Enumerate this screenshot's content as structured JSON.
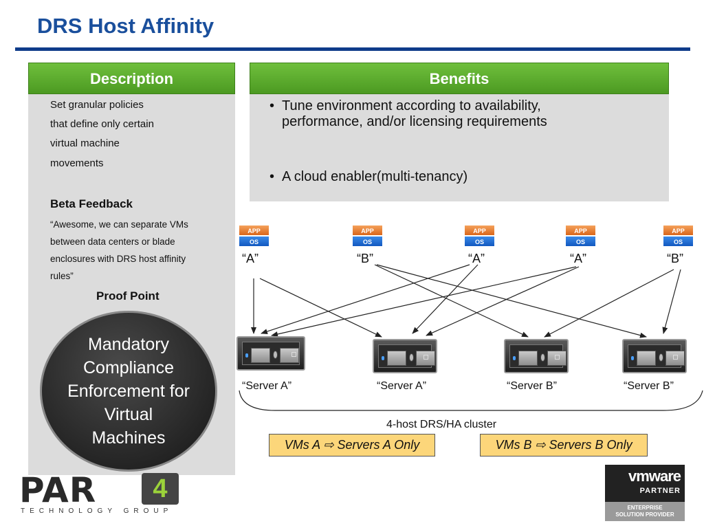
{
  "title": "DRS Host Affinity",
  "description": {
    "header": "Description",
    "lines": [
      "Set granular policies",
      "that define only certain",
      "virtual machine",
      "movements"
    ],
    "beta_title": "Beta Feedback",
    "quote_lines": [
      "“Awesome, we can separate VMs",
      "between data centers or blade",
      "enclosures with DRS host affinity",
      "rules”"
    ],
    "proof_title": "Proof Point",
    "circle_lines": [
      "Mandatory",
      "Compliance",
      "Enforcement for",
      "Virtual",
      "Machines"
    ]
  },
  "benefits": {
    "header": "Benefits",
    "bullets": [
      [
        "Tune environment according to availability,",
        "performance, and/or licensing requirements"
      ],
      [
        "A cloud enabler(multi-tenancy)"
      ]
    ]
  },
  "vms": [
    {
      "app": "APP",
      "os": "OS",
      "label": "“A”"
    },
    {
      "app": "APP",
      "os": "OS",
      "label": "“B”"
    },
    {
      "app": "APP",
      "os": "OS",
      "label": "“A”"
    },
    {
      "app": "APP",
      "os": "OS",
      "label": "“A”"
    },
    {
      "app": "APP",
      "os": "OS",
      "label": "“B”"
    }
  ],
  "servers": [
    {
      "label": "“Server A”"
    },
    {
      "label": "“Server A”"
    },
    {
      "label": "“Server B”"
    },
    {
      "label": "“Server B”"
    }
  ],
  "cluster_label": "4-host DRS/HA cluster",
  "rules": [
    "VMs A ⇨ Servers A Only",
    "VMs B ⇨ Servers B Only"
  ],
  "logos": {
    "par4_word": "PAR",
    "par4_num": "4",
    "par4_sub": "TECHNOLOGY GROUP",
    "vmware_brand": "vmware",
    "vmware_partner": "PARTNER",
    "vmware_tier_1": "ENTERPRISE",
    "vmware_tier_2": "SOLUTION PROVIDER"
  }
}
